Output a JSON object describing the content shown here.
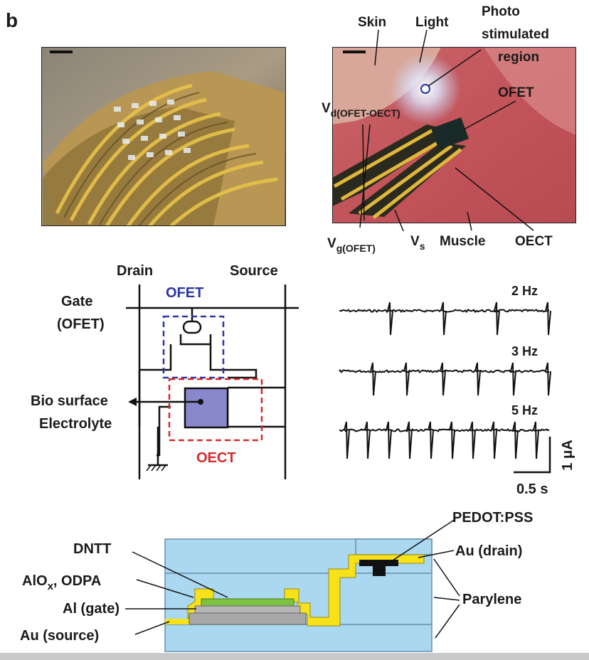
{
  "panel_letter": "b",
  "photo_left": {
    "description_icon": "flexible-device-photo"
  },
  "photo_right": {
    "labels": {
      "skin": "Skin",
      "light": "Light",
      "photo_line1": "Photo",
      "photo_line2": "stimulated",
      "photo_line3": "region",
      "ofet": "OFET",
      "vd_main": "V",
      "vd_sub": "d(OFET-OECT)",
      "vg_main": "V",
      "vg_sub": "g(OFET)",
      "vs_main": "V",
      "vs_sub": "s",
      "muscle": "Muscle",
      "oect": "OECT"
    }
  },
  "circuit": {
    "drain": "Drain",
    "source": "Source",
    "gate_line1": "Gate",
    "gate_line2": "(OFET)",
    "ofet": "OFET",
    "oect": "OECT",
    "bio_line1": "Bio surface",
    "bio_line2": "Electrolyte",
    "colors": {
      "ofet": "#2b35a8",
      "oect": "#d42a2a",
      "channel": "#8888cc"
    }
  },
  "traces": {
    "labels": [
      "2 Hz",
      "3 Hz",
      "5 Hz"
    ],
    "scale_current": "1 μA",
    "scale_time": "0.5 s"
  },
  "cross_section": {
    "pedot": "PEDOT:PSS",
    "dntt": "DNTT",
    "alox_main": "AlO",
    "alox_sub": "x",
    "alox_rest": ", ODPA",
    "al_gate": "Al (gate)",
    "au_drain": "Au (drain)",
    "parylene": "Parylene",
    "au_source": "Au (source)",
    "colors": {
      "parylene": "#a9d8f0",
      "gold": "#f7e21a",
      "dntt": "#7cc142",
      "al": "#a8a8a8",
      "pedot": "#111111"
    }
  }
}
